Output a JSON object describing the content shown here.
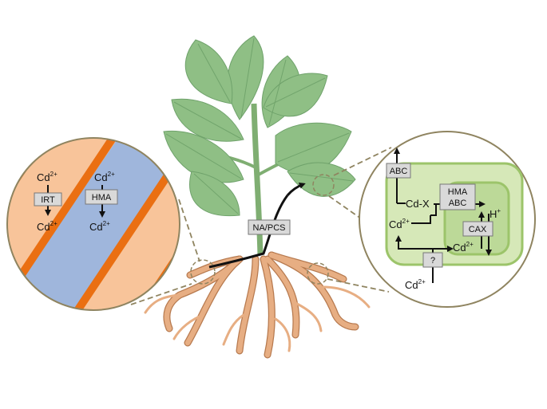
{
  "colors": {
    "stripe_peach": "#f8c49a",
    "stripe_orange": "#ea6f12",
    "stripe_blue": "#9fb6dc",
    "leaf_green": "#8fbf85",
    "leaf_dark": "#5f9a5e",
    "cell_outer": "#d6e8b8",
    "cell_border": "#9cc46a",
    "vacuole": "#bcd998",
    "root": "#e7ae83",
    "root_edge": "#b77a4f",
    "dashed": "#8f8460",
    "box_fill": "#d9d9d9",
    "box_stroke": "#777777"
  },
  "left_zoom": {
    "ion_top_left": {
      "base": "Cd",
      "sup": "2+"
    },
    "ion_bottom_left": {
      "base": "Cd",
      "sup": "2+"
    },
    "ion_top_right": {
      "base": "Cd",
      "sup": "2+"
    },
    "ion_bottom_right": {
      "base": "Cd",
      "sup": "2+"
    },
    "transporter_irt": "IRT",
    "transporter_hma": "HMA"
  },
  "plant": {
    "transporter_label": "NA/PCS"
  },
  "right_zoom": {
    "abc_top": "ABC",
    "cd_x": "Cd-X",
    "hma_abc_line1": "HMA",
    "hma_abc_line2": "ABC",
    "proton": {
      "base": "H",
      "sup": "+"
    },
    "cax": "CAX",
    "ion_cytosol": {
      "base": "Cd",
      "sup": "2+"
    },
    "ion_vacuole": {
      "base": "Cd",
      "sup": "2+"
    },
    "unknown_transporter": "?",
    "ion_outside": {
      "base": "Cd",
      "sup": "2+"
    }
  }
}
